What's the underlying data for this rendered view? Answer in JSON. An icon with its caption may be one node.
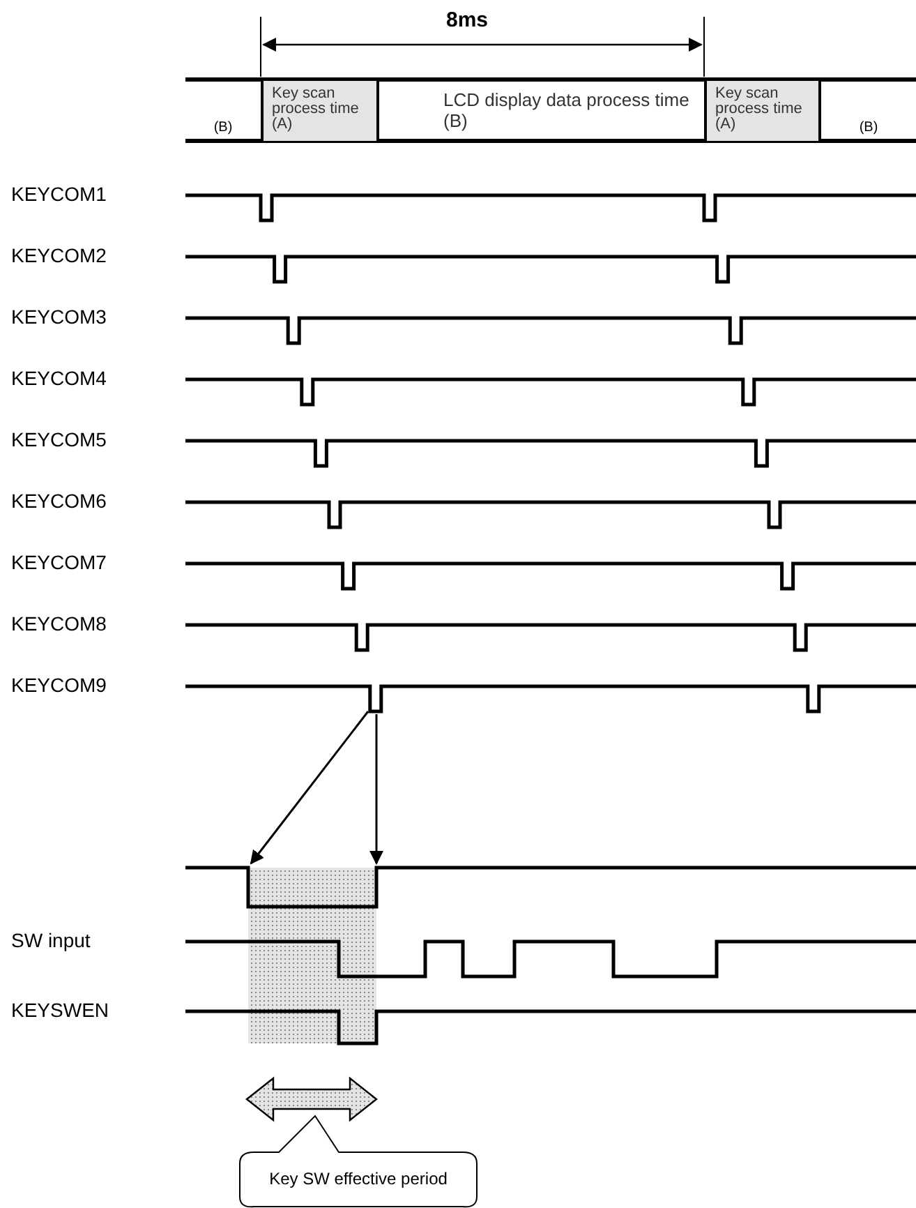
{
  "diagram": {
    "nodes": [
      {
        "text": [
          "(B)"
        ]
      },
      {
        "text": [
          "Key scan process time (A)"
        ]
      },
      {
        "text": [
          "LCD display data process time (B)"
        ]
      },
      {
        "text": [
          "Key scan process time (A)"
        ]
      },
      {
        "text": [
          "(B)"
        ]
      },
      {
        "text": [
          "Key SW effective period"
        ]
      },
      {
        "text": [],
        "shape": "box"
      }
    ],
    "edges": [],
    "labels": [
      "8ms",
      "KEYCOM1",
      "KEYCOM2",
      "KEYCOM3",
      "KEYCOM4",
      "KEYCOM5",
      "KEYCOM6",
      "KEYCOM7",
      "KEYCOM8",
      "KEYCOM9",
      "SW input",
      "KEYSWEN"
    ]
  }
}
